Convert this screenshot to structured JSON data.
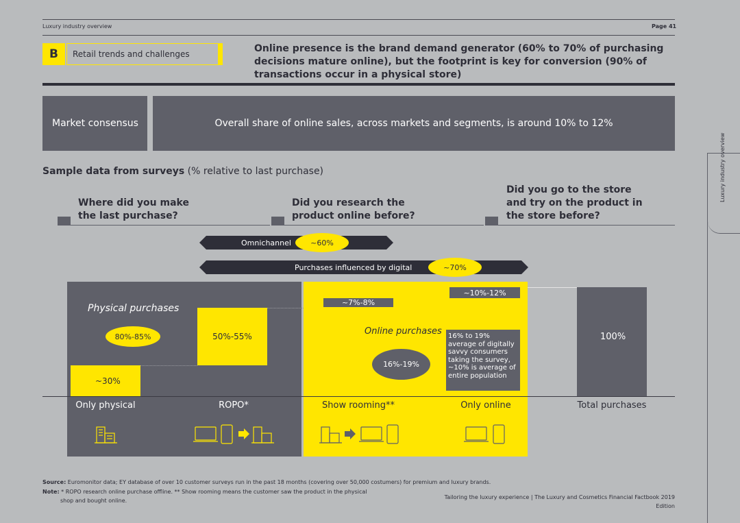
{
  "header": {
    "section_title": "Luxury industry overview",
    "page": "Page 41"
  },
  "section": {
    "letter": "B",
    "label": "Retail trends and challenges"
  },
  "headline": "Online presence is the brand demand generator (60% to 70% of purchasing decisions mature online), but the footprint is key for conversion (90% of transactions occur in a physical store)",
  "consensus": {
    "label": "Market consensus",
    "text": "Overall share of online sales, across markets and segments, is around 10% to 12%"
  },
  "sample": {
    "bold": "Sample data from surveys",
    "rest": " (% relative to last purchase)"
  },
  "questions": {
    "q1": "Where did you make the last purchase?",
    "q2": "Did you research the product online before?",
    "q3": "Did you go to the store and try on the product in the store before?"
  },
  "bars": {
    "omnichannel": {
      "label": "Omnichannel",
      "value": "~60%"
    },
    "digital": {
      "label": "Purchases influenced by digital",
      "value": "~70%"
    }
  },
  "chart": {
    "physical_label": "Physical purchases",
    "online_label": "Online purchases",
    "physical_oval": "80%-85%",
    "online_oval": "16%-19%",
    "only_physical": "~30%",
    "ropo": "50%-55%",
    "showroom": "~7%-8%",
    "only_online": "~10%-12%",
    "total": "100%",
    "note": "16% to 19% average of digitally savvy consumers taking the survey, ~10% is average of entire population"
  },
  "categories": [
    "Only physical",
    "ROPO*",
    "Show rooming**",
    "Only online",
    "Total purchases"
  ],
  "footer": {
    "source_label": "Source:",
    "source": " Euromonitor data; EY database of over 10 customer surveys run in the past 18 months (covering over 50,000 costumers) for premium and luxury brands.",
    "note_label": "Note:",
    "note1": " * ROPO research online purchase offline. ** Show rooming means the customer saw the product in the physical",
    "note2": "shop and bought online.",
    "edition": "Tailoring the luxury experience | The Luxury and Cosmetics Financial Factbook 2019 Edition"
  },
  "side_tab": "Luxury industry overview",
  "colors": {
    "yellow": "#ffe600",
    "dark": "#5f6069",
    "navy": "#2e2e38",
    "bg": "#b9bbbd"
  }
}
